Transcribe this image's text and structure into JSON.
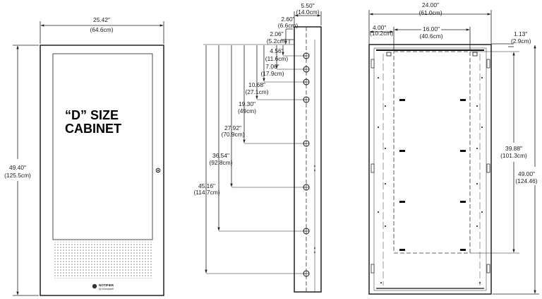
{
  "title": {
    "line1": "“D” SIZE",
    "line2": "CABINET"
  },
  "front": {
    "width_in": "25.42\"",
    "width_cm": "(64.6cm)",
    "height_in": "49.40\"",
    "height_cm": "(125.5cm)",
    "logo": "NOTIFIER",
    "logo_sub": "by Honeywell"
  },
  "side": {
    "depth_in": "5.50\"",
    "depth_cm": "(14.0cm)",
    "dims": [
      {
        "in": "2.60\"",
        "cm": "(6.6cm)"
      },
      {
        "in": "2.06\"",
        "cm": "(5.2cm)"
      },
      {
        "in": "4.56\"",
        "cm": "(11.6cm)"
      },
      {
        "in": "7.06\"",
        "cm": "(17.9cm)"
      },
      {
        "in": "10.68\"",
        "cm": "(27.1cm)"
      },
      {
        "in": "19.30\"",
        "cm": "(49cm)"
      },
      {
        "in": "27.92\"",
        "cm": "(70.9cm)"
      },
      {
        "in": "36.54\"",
        "cm": "(92.8cm)"
      },
      {
        "in": "45.16\"",
        "cm": "(114.7cm)"
      }
    ]
  },
  "back": {
    "width_in": "24.00\"",
    "width_cm": "(61.0cm)",
    "offset_in": "4.00\"",
    "offset_cm": "(10.2cm)",
    "inner_in": "16.00\"",
    "inner_cm": "(40.6cm)",
    "edge_in": "1.13\"",
    "edge_cm": "(2.9cm)",
    "inner_h_in": "39.88\"",
    "inner_h_cm": "(101.3cm)",
    "height_in": "49.00\"",
    "height_cm": "(124.46)"
  }
}
